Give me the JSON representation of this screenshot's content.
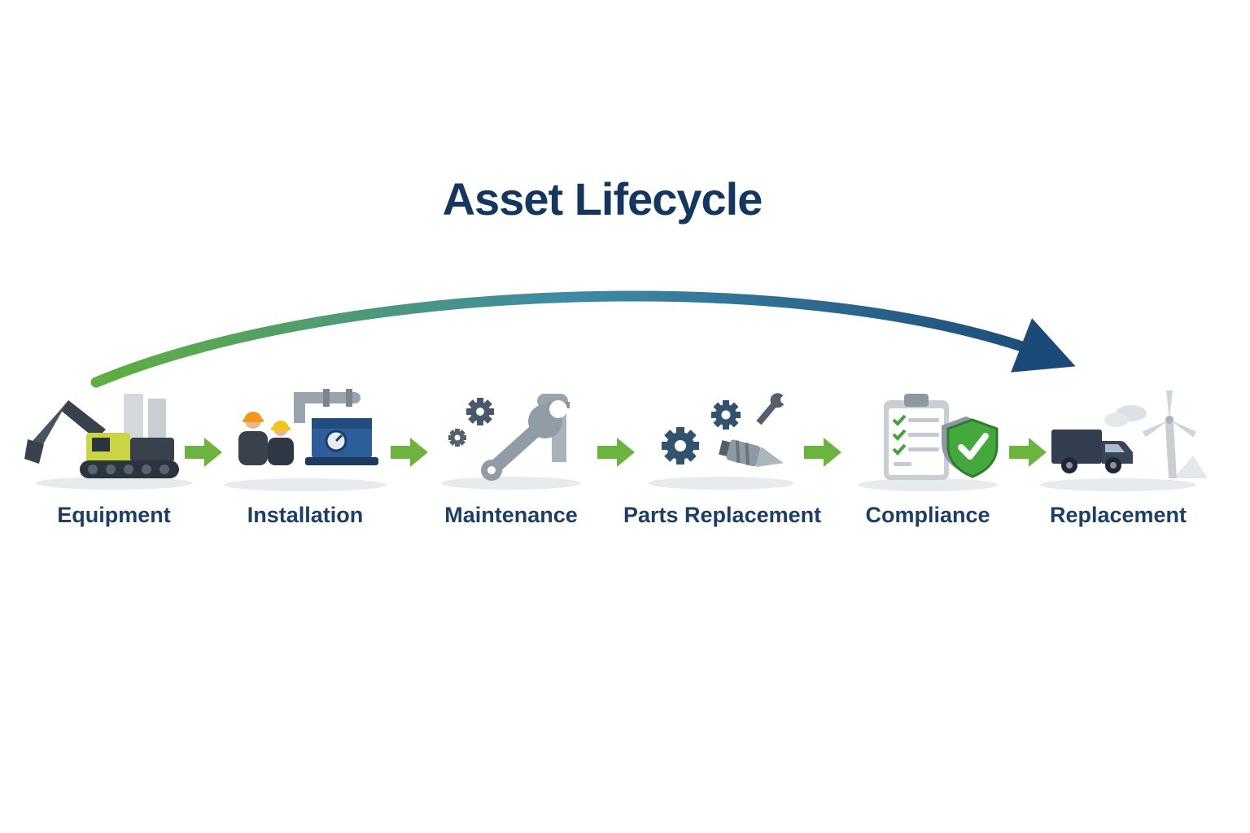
{
  "title": "Asset Lifecycle",
  "stages": [
    {
      "label": "Equipment",
      "icon": "excavator-icon"
    },
    {
      "label": "Installation",
      "icon": "workers-machinery-icon"
    },
    {
      "label": "Maintenance",
      "icon": "wrench-gears-icon"
    },
    {
      "label": "Parts Replacement",
      "icon": "gears-drill-bit-icon"
    },
    {
      "label": "Compliance",
      "icon": "checklist-shield-icon"
    },
    {
      "label": "Replacement",
      "icon": "truck-wind-turbine-icon"
    }
  ],
  "connectors": {
    "count": 5,
    "icon": "arrow-right-icon",
    "color": "#6db33f"
  },
  "curve_arrow": {
    "direction": "left-to-right",
    "gradient_start": "#5fae3e",
    "gradient_mid": "#3e89a8",
    "gradient_end": "#1c4a78"
  },
  "colors": {
    "background": "#ffffff",
    "title": "#15365f",
    "labels": "#1c3f63",
    "arrow_green": "#6db33f",
    "arrow_blue": "#1c4a78"
  }
}
